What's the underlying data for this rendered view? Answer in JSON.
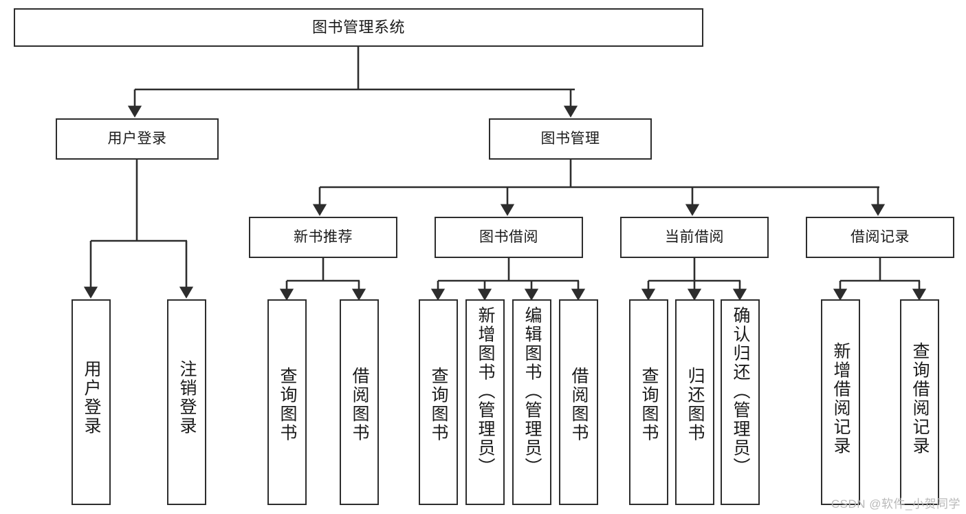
{
  "diagram": {
    "title": "图书管理系统",
    "watermark": "CSDN @软件_小贺同学",
    "level2": {
      "user_login": "用户登录",
      "book_manage": "图书管理"
    },
    "level3": {
      "new_book_recommend": "新书推荐",
      "book_borrow": "图书借阅",
      "current_borrow": "当前借阅",
      "borrow_record": "借阅记录"
    },
    "leaves": {
      "user_login_leaf": "用户登录",
      "logout_leaf": "注销登录",
      "rec_query_book": "查询图书",
      "rec_borrow_book": "借阅图书",
      "borrow_query_book": "查询图书",
      "borrow_add_book": "新增图书（管理员）",
      "borrow_edit_book": "编辑图书（管理员）",
      "borrow_borrow_book": "借阅图书",
      "current_query_book": "查询图书",
      "current_return_book": "归还图书",
      "current_confirm_return": "确认归还（管理员）",
      "record_add": "新增借阅记录",
      "record_query": "查询借阅记录"
    }
  }
}
